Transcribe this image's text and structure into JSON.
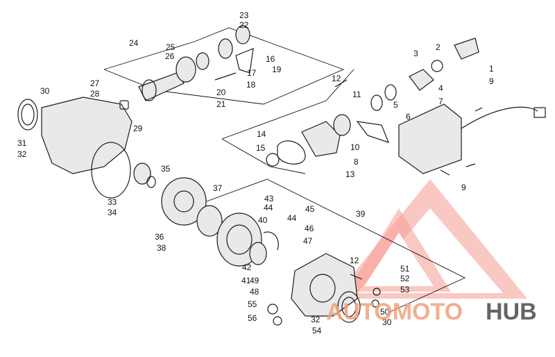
{
  "diagram": {
    "callouts": [
      "1",
      "2",
      "3",
      "4",
      "5",
      "6",
      "7",
      "8",
      "9",
      "9",
      "10",
      "11",
      "12",
      "12",
      "13",
      "14",
      "15",
      "16",
      "17",
      "18",
      "19",
      "20",
      "21",
      "22",
      "23",
      "24",
      "25",
      "26",
      "27",
      "28",
      "29",
      "30",
      "30",
      "31",
      "32",
      "32",
      "33",
      "34",
      "35",
      "36",
      "37",
      "38",
      "39",
      "40",
      "41",
      "42",
      "43",
      "44",
      "44",
      "45",
      "46",
      "47",
      "48",
      "49",
      "50",
      "51",
      "52",
      "53",
      "54",
      "55",
      "56"
    ]
  },
  "watermark": {
    "part1": "AUTOMOTO",
    "part2": "HUB",
    "brand_color": "#f47a6e",
    "dark_color": "#555555"
  }
}
